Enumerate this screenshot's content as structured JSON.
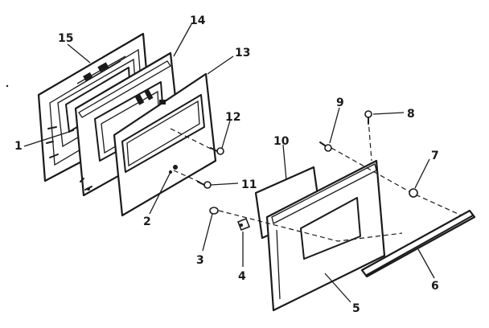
{
  "part_numbers": {
    "p1": "1",
    "p2": "2",
    "p3": "3",
    "p4": "4",
    "p5": "5",
    "p6": "6",
    "p7": "7",
    "p8": "8",
    "p9": "9",
    "p10": "10",
    "p11": "11",
    "p12": "12",
    "p13": "13",
    "p14": "14",
    "p15": "15"
  },
  "colors": {
    "ink": "#1a1a1a",
    "paper": "#ffffff"
  }
}
